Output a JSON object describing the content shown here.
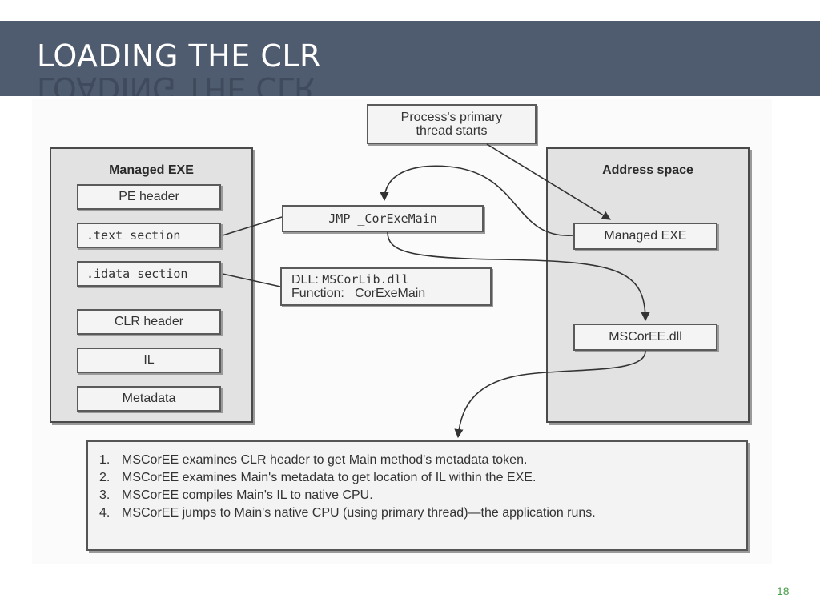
{
  "slide": {
    "title": "LOADING THE CLR",
    "page_number": "18"
  },
  "diagram": {
    "process_box": [
      "Process's primary",
      "thread starts"
    ],
    "managed_exe_panel": {
      "title": "Managed EXE",
      "items": [
        "PE header",
        ".text section",
        ".idata section",
        "CLR header",
        "IL",
        "Metadata"
      ]
    },
    "jmp_box": "JMP _CorExeMain",
    "dll_box": {
      "dll_label": "DLL: ",
      "dll_name": "MSCorLib.dll",
      "function_line": "Function: _CorExeMain"
    },
    "address_space_panel": {
      "title": "Address space",
      "managed_exe": "Managed EXE",
      "mscoree": "MSCorEE.dll"
    },
    "steps": [
      {
        "num": "1.",
        "text": "MSCorEE examines CLR header to get Main method's metadata token."
      },
      {
        "num": "2.",
        "text": "MSCorEE examines Main's metadata to get location of IL within the EXE."
      },
      {
        "num": "3.",
        "text": "MSCorEE compiles Main's IL to native CPU."
      },
      {
        "num": "4.",
        "text": "MSCorEE jumps to Main's native CPU (using primary thread)—the application runs."
      }
    ]
  },
  "colors": {
    "title_bar": "#4f5b6f",
    "panel_fill": "#e2e2e2",
    "page_number": "#4aa04a"
  }
}
